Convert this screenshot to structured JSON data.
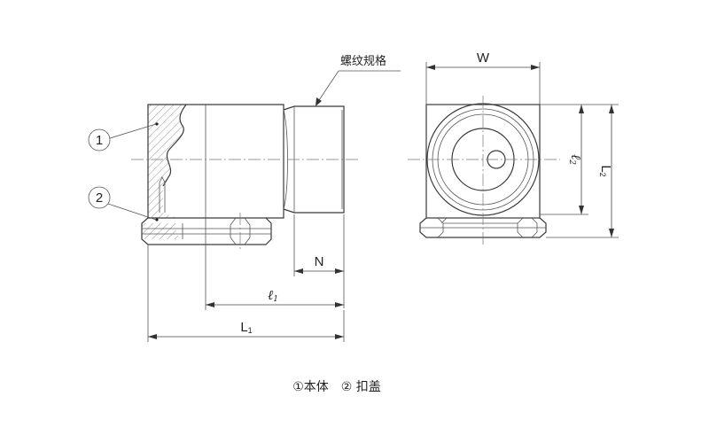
{
  "labels": {
    "thread_spec": "螺纹规格",
    "W": "W",
    "N": "N",
    "l1_main": "ℓ",
    "l1_sub": "1",
    "L1_main": "L",
    "L1_sub": "1",
    "l2_main": "ℓ",
    "l2_sub": "2",
    "L2_main": "L",
    "L2_sub": "2",
    "part1_num": "1",
    "part2_num": "2"
  },
  "caption": "①本体　② 扣盖"
}
